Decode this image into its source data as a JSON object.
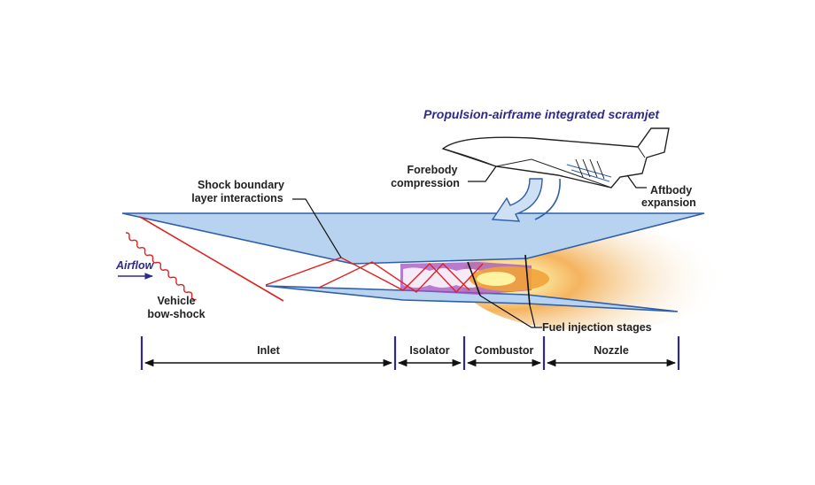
{
  "title": "Propulsion-airframe integrated scramjet",
  "labels": {
    "forebody_line1": "Forebody",
    "forebody_line2": "compression",
    "aftbody_line1": "Aftbody",
    "aftbody_line2": "expansion",
    "shock_line1": "Shock boundary",
    "shock_line2": "layer interactions",
    "airflow": "Airflow",
    "bowshock_line1": "Vehicle",
    "bowshock_line2": "bow-shock",
    "fuel_injection": "Fuel injection stages"
  },
  "sections": [
    {
      "name": "Inlet"
    },
    {
      "name": "Isolator"
    },
    {
      "name": "Combustor"
    },
    {
      "name": "Nozzle"
    }
  ],
  "colors": {
    "body_fill": "#b7d3ef",
    "body_stroke": "#2f5fa8",
    "shock": "#e02020",
    "combustion_zone": "#a24fc0",
    "flame": "#f0a030",
    "title": "#2e2a8c",
    "bracket": "#2e2a8c"
  }
}
